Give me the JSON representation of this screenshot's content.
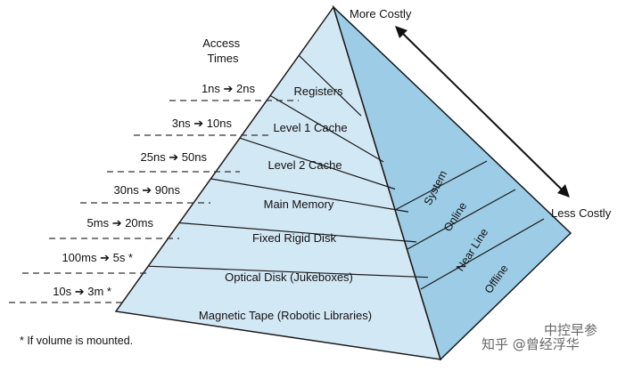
{
  "header": {
    "access_times_line1": "Access",
    "access_times_line2": "Times"
  },
  "cost": {
    "top": "More Costly",
    "bottom": "Less Costly"
  },
  "tiers": [
    {
      "label": "Registers",
      "access": "1ns ➔ 2ns"
    },
    {
      "label": "Level 1 Cache",
      "access": "3ns ➔ 10ns"
    },
    {
      "label": "Level 2 Cache",
      "access": "25ns ➔ 50ns"
    },
    {
      "label": "Main Memory",
      "access": "30ns ➔ 90ns"
    },
    {
      "label": "Fixed Rigid Disk",
      "access": "5ms ➔ 20ms"
    },
    {
      "label": "Optical Disk (Jukeboxes)",
      "access": "100ms ➔ 5s *"
    },
    {
      "label": "Magnetic Tape (Robotic Libraries)",
      "access": "10s ➔ 3m *"
    }
  ],
  "side_labels": [
    "System",
    "Online",
    "Near Line",
    "Offline"
  ],
  "footnote": "* If volume is mounted.",
  "watermark": "知乎 @曾经浮华",
  "watermark_faint": "中控早参",
  "colors": {
    "front": "#d3e8f5",
    "side": "#9ccce6",
    "outline": "#1a1a1a",
    "dash": "#333333"
  }
}
